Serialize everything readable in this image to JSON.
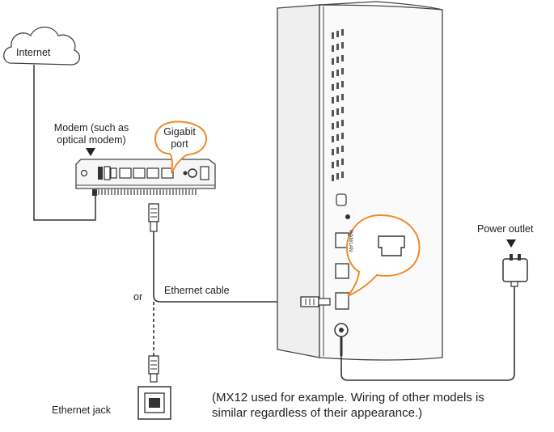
{
  "labels": {
    "internet": "Internet",
    "modem_line1": "Modem (such as",
    "modem_line2": "optical modem)",
    "gigabit_line1": "Gigabit",
    "gigabit_line2": "port",
    "or": "or",
    "ethernet_cable": "Ethernet cable",
    "power_outlet": "Power outlet",
    "ethernet_jack": "Ethernet jack",
    "wan_lan": "WAN/LAN",
    "caption_line1": "(MX12 used for example. Wiring of other models is",
    "caption_line2": "similar regardless of their appearance.)"
  },
  "colors": {
    "highlight": "#ee8a2a",
    "line": "#333333",
    "device_fill": "#f7f7f7"
  }
}
